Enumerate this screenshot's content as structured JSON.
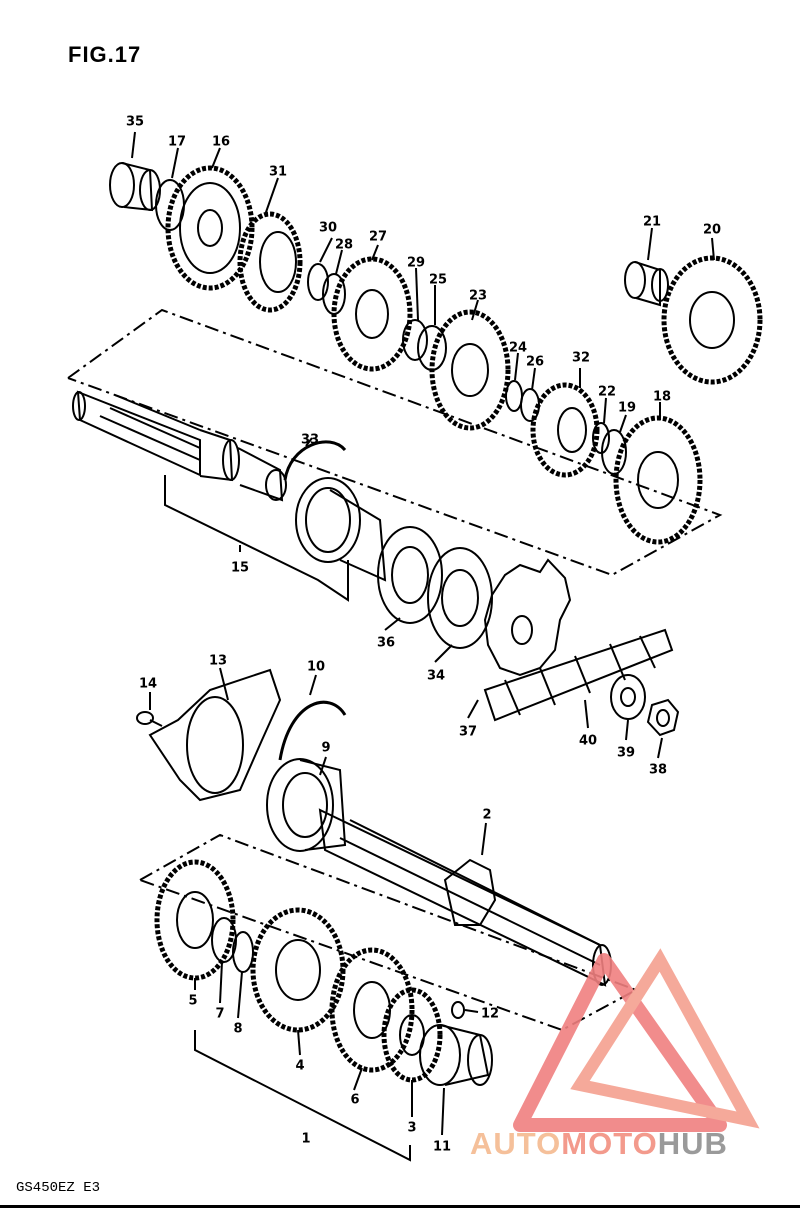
{
  "figure": {
    "title": "FIG.17",
    "model_code": "GS450EZ  E3"
  },
  "watermark": {
    "auto": "AUTO",
    "moto": "MOTO",
    "hub": "HUB",
    "colors": {
      "auto": "#f5c09a",
      "moto": "#f39a8c",
      "hub": "#9a9a9a",
      "logo": "#f08080"
    }
  },
  "callouts": [
    {
      "id": "35",
      "text": "35"
    },
    {
      "id": "17",
      "text": "17"
    },
    {
      "id": "16",
      "text": "16"
    },
    {
      "id": "31",
      "text": "31"
    },
    {
      "id": "30",
      "text": "30"
    },
    {
      "id": "28",
      "text": "28"
    },
    {
      "id": "27",
      "text": "27"
    },
    {
      "id": "29",
      "text": "29"
    },
    {
      "id": "25",
      "text": "25"
    },
    {
      "id": "23",
      "text": "23"
    },
    {
      "id": "21",
      "text": "21"
    },
    {
      "id": "20",
      "text": "20"
    },
    {
      "id": "24",
      "text": "24"
    },
    {
      "id": "26",
      "text": "26"
    },
    {
      "id": "32",
      "text": "32"
    },
    {
      "id": "22",
      "text": "22"
    },
    {
      "id": "19",
      "text": "19"
    },
    {
      "id": "18",
      "text": "18"
    },
    {
      "id": "33",
      "text": "33"
    },
    {
      "id": "15",
      "text": "15"
    },
    {
      "id": "36",
      "text": "36"
    },
    {
      "id": "34",
      "text": "34"
    },
    {
      "id": "37",
      "text": "37"
    },
    {
      "id": "40",
      "text": "40"
    },
    {
      "id": "39",
      "text": "39"
    },
    {
      "id": "38",
      "text": "38"
    },
    {
      "id": "13",
      "text": "13"
    },
    {
      "id": "14",
      "text": "14"
    },
    {
      "id": "10",
      "text": "10"
    },
    {
      "id": "9",
      "text": "9"
    },
    {
      "id": "2",
      "text": "2"
    },
    {
      "id": "5",
      "text": "5"
    },
    {
      "id": "7",
      "text": "7"
    },
    {
      "id": "8",
      "text": "8"
    },
    {
      "id": "4",
      "text": "4"
    },
    {
      "id": "6",
      "text": "6"
    },
    {
      "id": "12",
      "text": "12"
    },
    {
      "id": "3",
      "text": "3"
    },
    {
      "id": "11",
      "text": "11"
    },
    {
      "id": "1",
      "text": "1"
    }
  ]
}
